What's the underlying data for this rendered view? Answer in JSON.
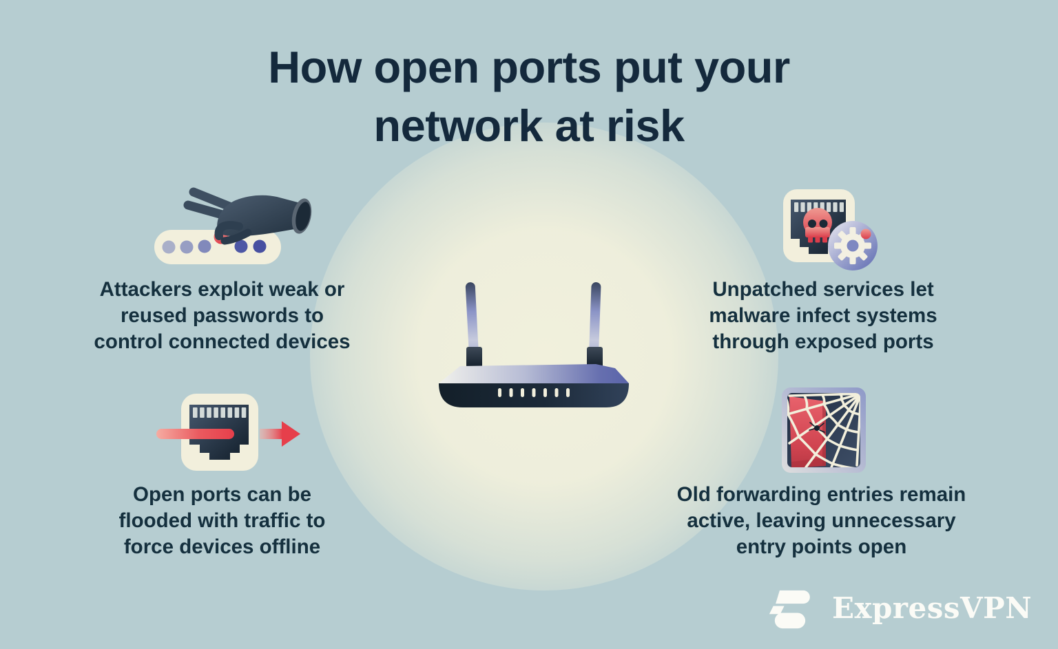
{
  "title": {
    "lines": [
      "How open ports put your",
      "network at risk"
    ]
  },
  "risks": [
    {
      "id": "weak-passwords",
      "icon": "hand-stealing-password-dot-icon",
      "lines": [
        "Attackers exploit weak or",
        "reused passwords to",
        "control connected devices"
      ]
    },
    {
      "id": "unpatched-services",
      "icon": "ethernet-port-skull-gear-icon",
      "lines": [
        "Unpatched services let",
        "malware infect systems",
        "through exposed ports"
      ]
    },
    {
      "id": "port-flooding",
      "icon": "ethernet-port-flood-arrow-icon",
      "lines": [
        "Open ports can be",
        "flooded with traffic to",
        "force devices offline"
      ]
    },
    {
      "id": "stale-forwarding-entries",
      "icon": "cobweb-open-door-icon",
      "lines": [
        "Old forwarding entries remain",
        "active, leaving unnecessary",
        "entry points open"
      ]
    }
  ],
  "center_illustration": {
    "name": "wifi-router",
    "antenna_count": 2,
    "led_count": 7
  },
  "brand": {
    "name": "ExpressVPN"
  },
  "colors": {
    "background": "#B6CDD1",
    "headline_text": "#14293C",
    "body_text": "#15303E",
    "cream": "#F2EFDC",
    "navy_dark": "#1B2936",
    "red_accent": "#E6414D",
    "periwinkle": "#6A74B2",
    "center_glow": "#F1F0DC",
    "logo_white": "#FBFBF6"
  }
}
